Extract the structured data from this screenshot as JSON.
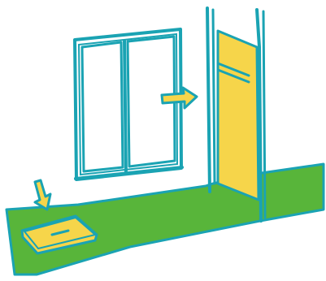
{
  "illustration": {
    "colors": {
      "outline": "#1aa3b3",
      "floor": "#58b53a",
      "door": "#f6d54a",
      "mat": "#f6d54a",
      "window_glass": "#ffffff",
      "arrow_fill": "#f6d54a",
      "background": "#ffffff"
    },
    "elements": {
      "floor": "green-floor",
      "window": "double-pane-window",
      "door": "open-yellow-door",
      "mat": "yellow-floor-mat",
      "arrow_to_door": "arrow-right-icon",
      "arrow_to_mat": "arrow-down-icon"
    }
  }
}
